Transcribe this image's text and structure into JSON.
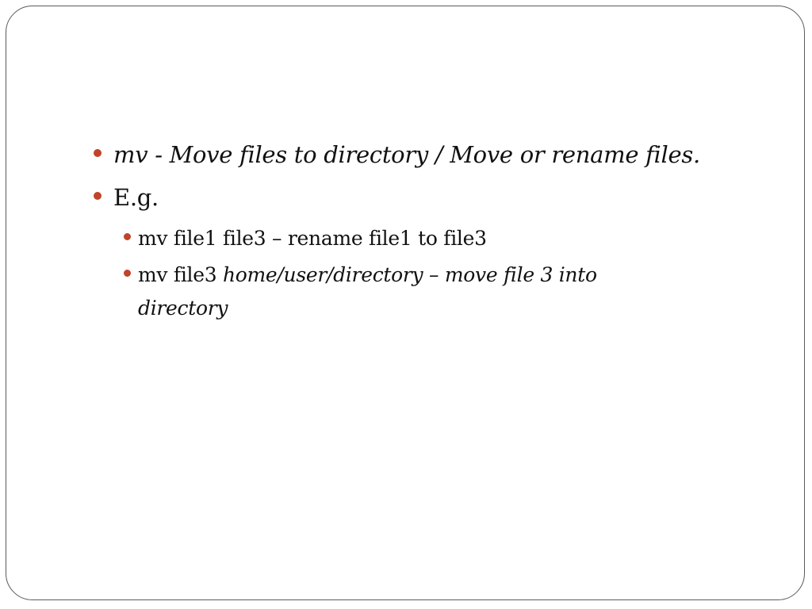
{
  "slide": {
    "bullets": [
      {
        "text": "mv - Move files to directory / Move or rename files."
      },
      {
        "text": "E.g."
      }
    ],
    "sub_bullets": [
      {
        "text": "mv file1 file3 – rename file1 to file3"
      },
      {
        "prefix": "mv file3 ",
        "italic": "home/user/directory – move file 3 into directory"
      }
    ]
  },
  "colors": {
    "bullet": "#c0442a",
    "border": "#5a5a5a",
    "text": "#111111"
  }
}
